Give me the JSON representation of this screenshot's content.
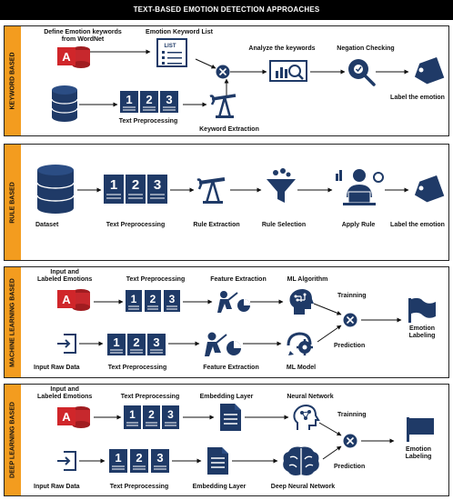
{
  "title": "TEXT-BASED EMOTION DETECTION APPROACHES",
  "colors": {
    "navy": "#1f3a67",
    "accent": "#f39c1f",
    "red": "#d0262a",
    "dark": "#111111"
  },
  "keyword": {
    "side": "KEYWORD BASED",
    "define_l1": "Define Emotion keywords",
    "define_l2": "from WordNet",
    "list_title": "Emotion Keyword List",
    "list_text": "LIST",
    "analyze": "Analyze the keywords",
    "negation": "Negation Checking",
    "label": "Label the emotion",
    "preprocess": "Text Preprocessing",
    "extract": "Keyword Extraction"
  },
  "rule": {
    "side": "RULE BASED",
    "dataset": "Dataset",
    "preprocess": "Text Preprocessing",
    "extract": "Rule Extraction",
    "select": "Rule Selection",
    "apply": "Apply Rule",
    "label": "Label the emotion"
  },
  "ml": {
    "side": "MACHINE LEARNING BASED",
    "input_l1": "Input and",
    "input_l2": "Labeled Emotions",
    "preprocess_top": "Text Preprocessing",
    "feature_top": "Feature Extraction",
    "algorithm": "ML Algorithm",
    "training": "Trainning",
    "prediction": "Prediction",
    "emotion_l1": "Emotion",
    "emotion_l2": "Labeling",
    "raw_input": "Input Raw  Data",
    "preprocess_bottom": "Text Preprocessing",
    "feature_bottom": "Feature Extraction",
    "model": "ML Model"
  },
  "dl": {
    "side": "DEEP LEARNING BASED",
    "input_l1": "Input and",
    "input_l2": "Labeled Emotions",
    "preprocess_top": "Text Preprocessing",
    "embedding_top": "Embedding Layer",
    "neural": "Neural Network",
    "training": "Trainning",
    "prediction": "Prediction",
    "emotion_l1": "Emotion",
    "emotion_l2": "Labeling",
    "raw_input": "Input Raw  Data",
    "preprocess_bottom": "Text Preprocessing",
    "embedding_bottom": "Embedding Layer",
    "deep": "Deep Neural Network"
  },
  "steps": {
    "s1": "1",
    "s2": "2",
    "s3": "3"
  }
}
